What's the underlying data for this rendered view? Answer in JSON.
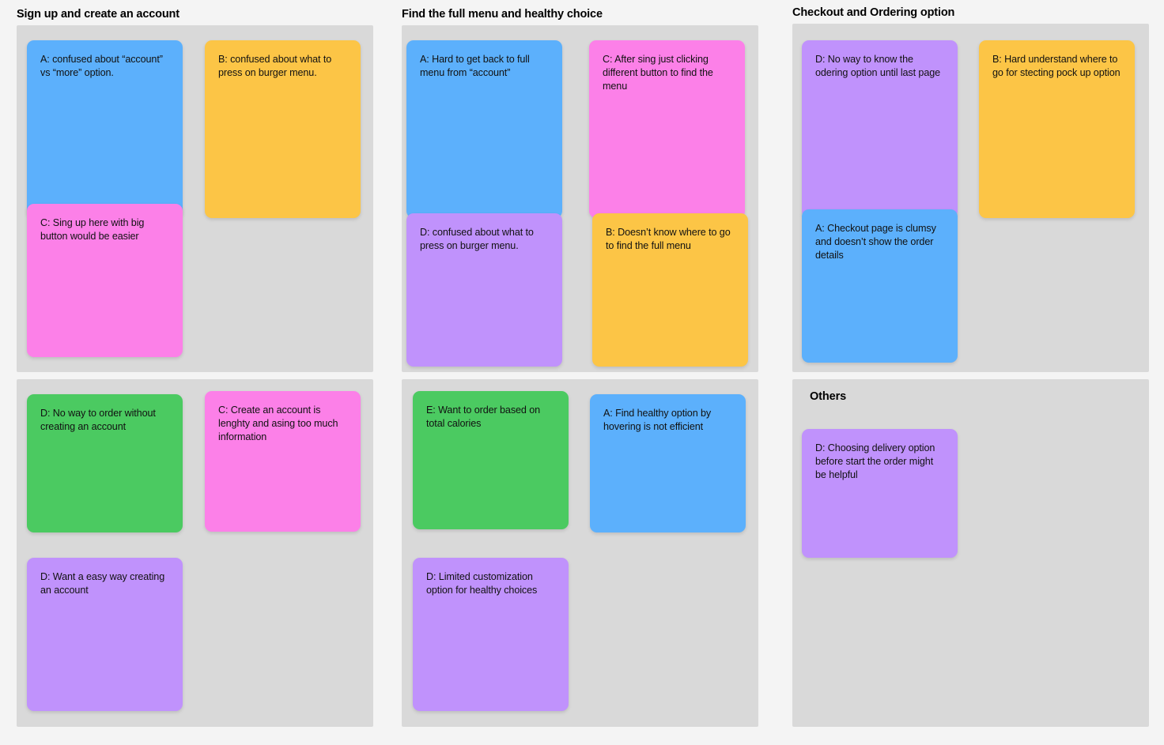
{
  "board": {
    "background_color": "#F4F4F4",
    "panel_color": "#D9D9D9",
    "note_colors": {
      "blue": "#5CB0FC",
      "yellow": "#FCC546",
      "pink": "#FC80E8",
      "purple": "#C092FC",
      "green": "#4BCA61"
    }
  },
  "columns": [
    {
      "title": "Sign up and create an account",
      "groups": [
        {
          "label": "",
          "notes": [
            {
              "color": "blue",
              "text": "A: confused about “account” vs “more” option."
            },
            {
              "color": "yellow",
              "text": "B: confused about what to press on burger menu."
            },
            {
              "color": "pink",
              "text": "C: Sing up here with big button would be easier"
            }
          ]
        },
        {
          "label": "",
          "notes": [
            {
              "color": "green",
              "text": "D: No way to order without creating an account"
            },
            {
              "color": "pink",
              "text": "C: Create an account is lenghty and asing too much information"
            },
            {
              "color": "purple",
              "text": "D: Want a easy way creating an account"
            }
          ]
        }
      ]
    },
    {
      "title": "Find the full menu and healthy choice",
      "groups": [
        {
          "label": "",
          "notes": [
            {
              "color": "blue",
              "text": "A: Hard to get back to full menu from  “account”"
            },
            {
              "color": "pink",
              "text": "C: After sing just clicking different button to find the menu"
            },
            {
              "color": "purple",
              "text": "D: confused about what to press on burger menu."
            },
            {
              "color": "yellow",
              "text": "B: Doesn’t know where to go to find the full menu"
            }
          ]
        },
        {
          "label": "",
          "notes": [
            {
              "color": "green",
              "text": "E: Want to order based on total calories"
            },
            {
              "color": "blue",
              "text": "A: Find healthy option by hovering is not efficient"
            },
            {
              "color": "purple",
              "text": "D: Limited customization option for healthy choices"
            }
          ]
        }
      ]
    },
    {
      "title": "Checkout and Ordering option",
      "groups": [
        {
          "label": "",
          "notes": [
            {
              "color": "purple",
              "text": "D: No way to know the odering option until last page"
            },
            {
              "color": "yellow",
              "text": "B: Hard understand where to go for stecting pock up option"
            },
            {
              "color": "blue",
              "text": "A: Checkout page is clumsy and doesn’t show the order details"
            }
          ]
        },
        {
          "label": "Others",
          "notes": [
            {
              "color": "purple",
              "text": "D: Choosing delivery option before start the order might be helpful"
            }
          ]
        }
      ]
    }
  ]
}
